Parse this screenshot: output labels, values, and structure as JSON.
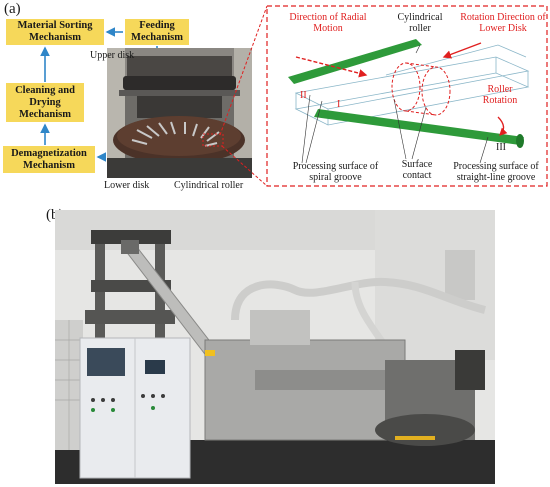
{
  "panel_a": {
    "label": "(a)",
    "process_steps": [
      {
        "id": "sorting",
        "label": "Material Sorting Mechanism"
      },
      {
        "id": "feeding",
        "label": "Feeding Mechanism"
      },
      {
        "id": "cleaning",
        "label": "Cleaning and Drying Mechanism"
      },
      {
        "id": "demag",
        "label": "Demagnetization Mechanism"
      }
    ],
    "photo_labels": {
      "upper_disk": "Upper disk",
      "lower_disk": "Lower disk",
      "roller": "Cylindrical roller"
    },
    "detail": {
      "direction_radial": "Direction of Radial Motion",
      "cylindrical_roller": "Cylindrical roller",
      "rotation_lower_disk": "Rotation Direction of Lower Disk",
      "roller_rotation": "Roller Rotation",
      "marker_II": "II",
      "marker_I": "I",
      "marker_III": "III",
      "spiral_groove": "Processing surface of spiral groove",
      "surface_contact": "Surface contact",
      "straight_groove": "Processing surface of straight-line groove"
    },
    "colors": {
      "box": "#f6d85a",
      "arrow": "#2f86c8",
      "annotation": "#e02020",
      "groove": "#2e9a3a"
    }
  },
  "panel_b": {
    "label": "(b)"
  }
}
